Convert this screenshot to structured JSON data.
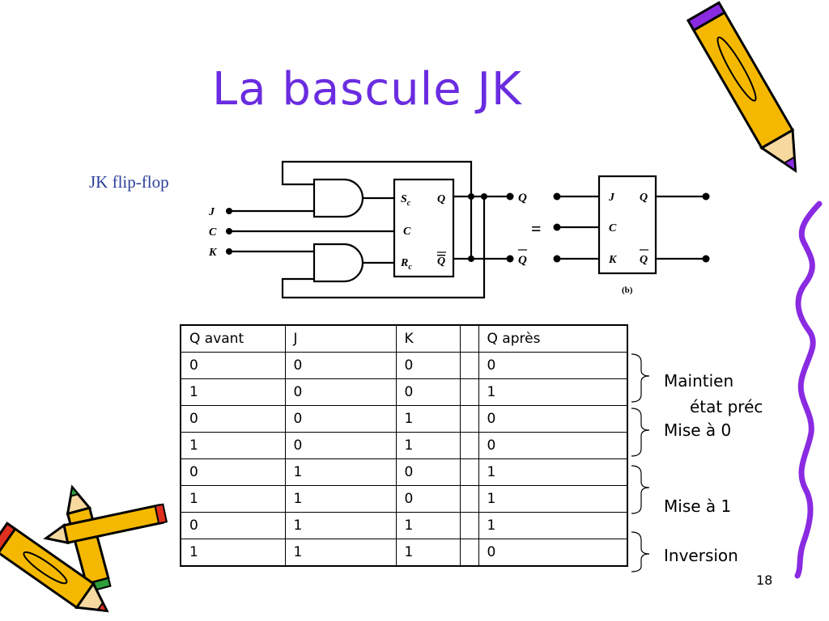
{
  "slide": {
    "title": "La bascule JK",
    "page_number": "18"
  },
  "figure": {
    "caption": "JK flip-flop",
    "inputs": [
      "J",
      "C",
      "K"
    ],
    "ff_pins": {
      "s": "S",
      "s_sub": "c",
      "c": "C",
      "r": "R",
      "r_sub": "c",
      "q": "Q",
      "qbar": "Q"
    },
    "outputs": {
      "q": "Q",
      "qbar": "Q"
    },
    "equals": "=",
    "symbol_pins": {
      "j": "J",
      "c": "C",
      "k": "K",
      "q": "Q",
      "qbar": "Q"
    },
    "symbol_caption": "(b)"
  },
  "truth_table": {
    "headers": [
      "Q avant",
      "J",
      "K",
      "",
      "Q après"
    ],
    "rows": [
      [
        "0",
        "0",
        "0",
        "",
        "0"
      ],
      [
        "1",
        "0",
        "0",
        "",
        "1"
      ],
      [
        "0",
        "0",
        "1",
        "",
        "0"
      ],
      [
        "1",
        "0",
        "1",
        "",
        "0"
      ],
      [
        "0",
        "1",
        "0",
        "",
        "1"
      ],
      [
        "1",
        "1",
        "0",
        "",
        "1"
      ],
      [
        "0",
        "1",
        "1",
        "",
        "1"
      ],
      [
        "1",
        "1",
        "1",
        "",
        "0"
      ]
    ]
  },
  "annotations": {
    "maintien": "Maintien",
    "etat_prec": "état préc",
    "mise_a_0": "Mise à 0",
    "mise_a_1": "Mise à 1",
    "inversion": "Inversion"
  },
  "colors": {
    "title": "#6a2ce0",
    "caption": "#2c3f9a",
    "squiggle": "#8a2be2",
    "pencil_body": "#f5b800",
    "pencil_outline": "#000000"
  },
  "icons": [
    "pencil-icon",
    "pencil-icon",
    "pencil-icon",
    "squiggle-line"
  ]
}
